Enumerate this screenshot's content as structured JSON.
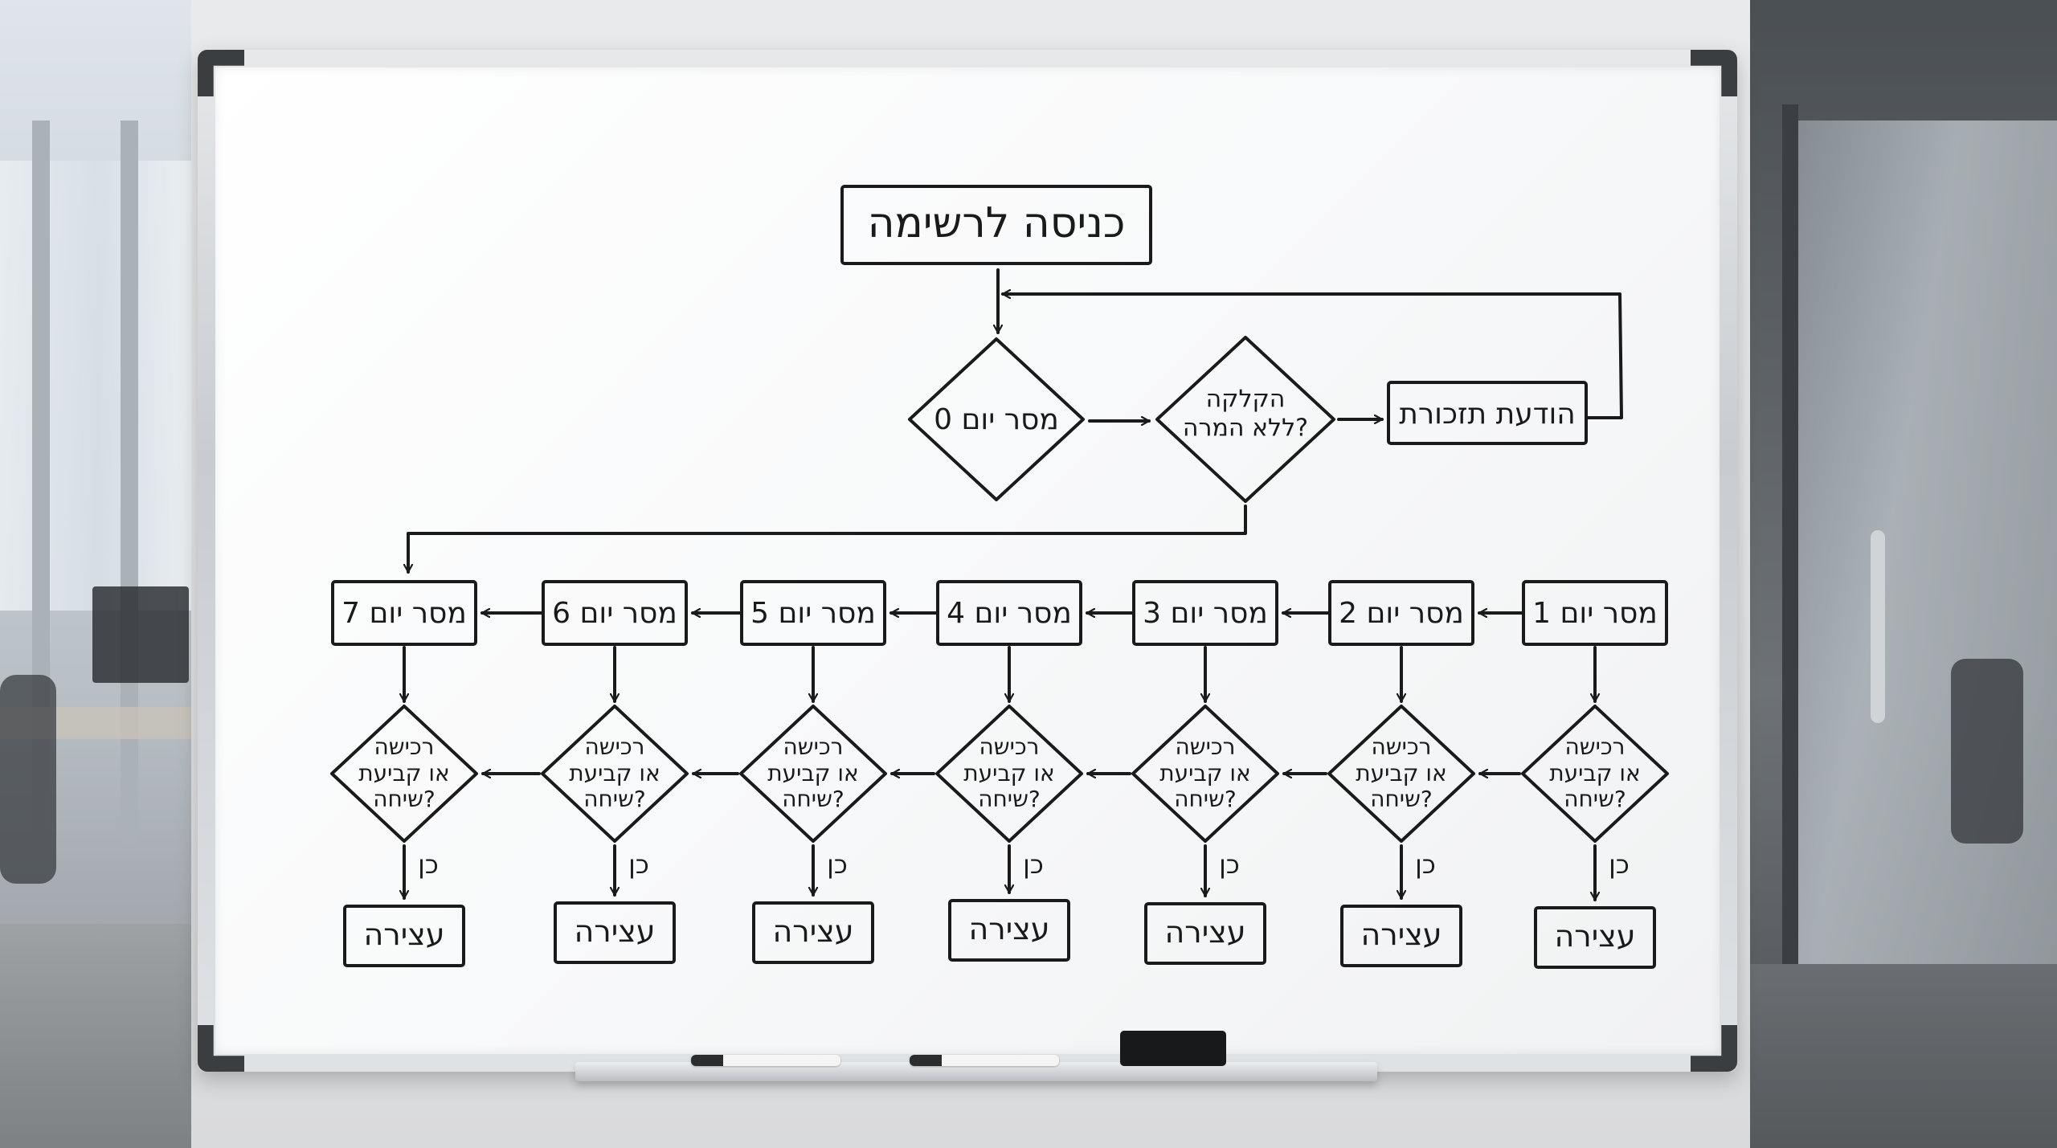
{
  "flowchart": {
    "start": {
      "label": "כניסה לרשימה"
    },
    "day0": {
      "label": "מסר יום 0"
    },
    "click_check": {
      "line1": "הקלקה",
      "line2": "ללא המרה?"
    },
    "reminder": {
      "label": "הודעת תזכורת"
    },
    "days": [
      {
        "label": "מסר יום 1"
      },
      {
        "label": "מסר יום 2"
      },
      {
        "label": "מסר יום 3"
      },
      {
        "label": "מסר יום 4"
      },
      {
        "label": "מסר יום 5"
      },
      {
        "label": "מסר יום 6"
      },
      {
        "label": "מסר יום 7"
      }
    ],
    "decision": {
      "line1": "רכישה",
      "line2": "או קביעת",
      "line3": "שיחה?"
    },
    "yes_label": "כן",
    "stop_label": "עצירה"
  }
}
